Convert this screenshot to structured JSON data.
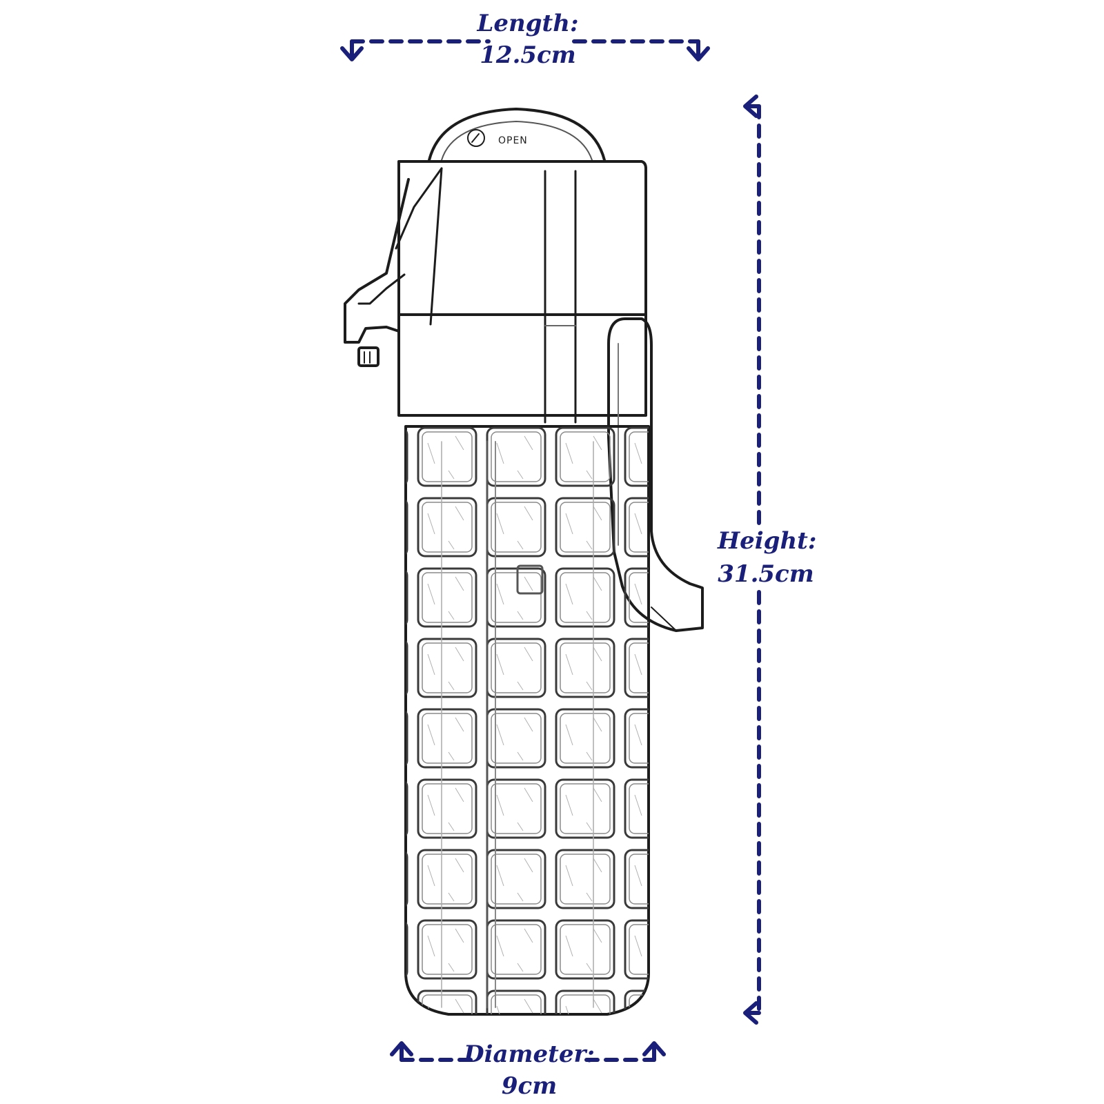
{
  "colors": {
    "dimension": "#1a1f7a",
    "line_art": "#1c1c1c",
    "background": "#ffffff"
  },
  "dimensions": {
    "length": {
      "label": "Length:",
      "value": "12.5cm"
    },
    "height": {
      "label": "Height:",
      "value": "31.5cm"
    },
    "diameter": {
      "label": "Diameter:",
      "value": "9cm"
    }
  },
  "product": {
    "cap_marking": "OPEN",
    "icon": "oil-sprayer-bottle-sketch"
  }
}
